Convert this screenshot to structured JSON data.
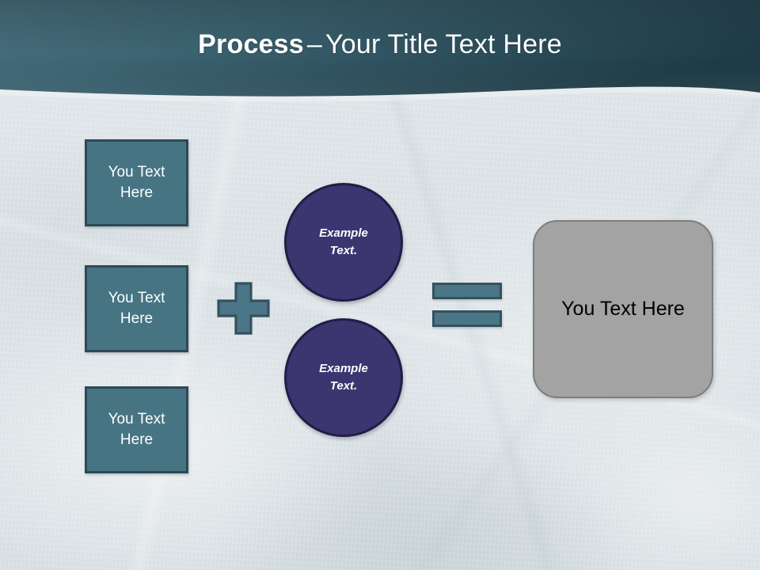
{
  "slide": {
    "title": {
      "bold_part": "Process",
      "separator": "–",
      "regular_part": "Your Title Text Here"
    },
    "colors": {
      "header_gradient_start": "#4d7483",
      "header_gradient_end": "#1e3b45",
      "background": "#dde4e7",
      "teal_fill": "#477483",
      "teal_border": "#2d4a55",
      "purple_fill": "#3b3570",
      "purple_border": "#221d45",
      "gray_fill": "#a3a3a3",
      "gray_border": "#7d7d7d",
      "title_text": "#ffffff",
      "box_text": "#ffffff",
      "result_text": "#000000"
    },
    "input_boxes": [
      {
        "label": "You Text\nHere"
      },
      {
        "label": "You Text\nHere"
      },
      {
        "label": "You Text\nHere"
      }
    ],
    "plus_operator": {
      "symbol": "+",
      "name": "plus-sign"
    },
    "circles": [
      {
        "label": "Example\nText."
      },
      {
        "label": "Example\nText."
      }
    ],
    "equals_operator": {
      "symbol": "=",
      "name": "equals-sign"
    },
    "result": {
      "label": "You Text Here"
    }
  }
}
